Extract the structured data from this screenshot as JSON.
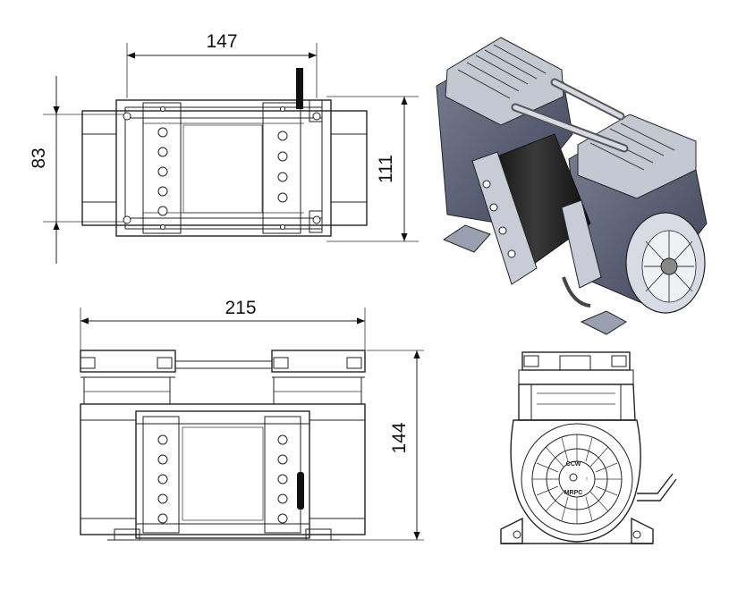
{
  "dimensions": {
    "top_width": "147",
    "top_left_height": "83",
    "top_right_height": "111",
    "front_width": "215",
    "front_height": "144"
  },
  "fan_labels": {
    "ccw": "CCW",
    "arrow": "↑",
    "mrpc": "MRPC"
  },
  "colors": {
    "line": "#222222",
    "iso_body": "#5a5f73",
    "iso_light": "#b8bcc8",
    "iso_motor": "#222222"
  }
}
